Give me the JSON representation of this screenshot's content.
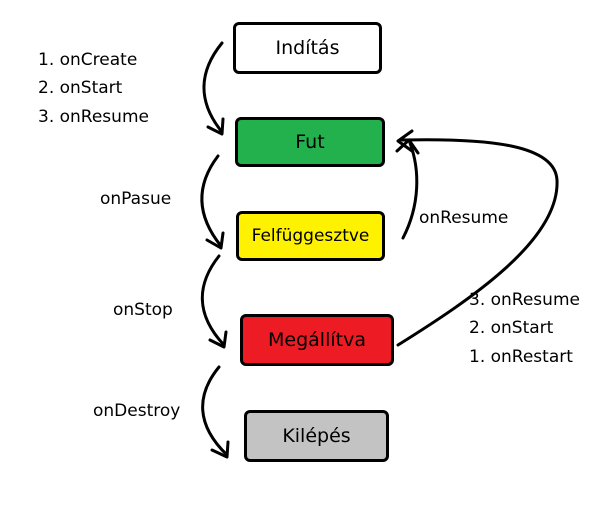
{
  "states": {
    "start": {
      "label": "Indítás",
      "color": "#ffffff"
    },
    "running": {
      "label": "Fut",
      "color": "#22b14c"
    },
    "paused": {
      "label": "Felfüggesztve",
      "color": "#fff200"
    },
    "stopped": {
      "label": "Megállítva",
      "color": "#ed1c24"
    },
    "exit": {
      "label": "Kilépés",
      "color": "#c3c3c3"
    }
  },
  "transitions": {
    "create_sequence": [
      "1. onCreate",
      "2. onStart",
      "3. onResume"
    ],
    "pause": "onPasue",
    "stop": "onStop",
    "destroy": "onDestroy",
    "resume": "onResume",
    "restart_sequence": [
      "3. onResume",
      "2. onStart",
      "1. onRestart"
    ]
  }
}
